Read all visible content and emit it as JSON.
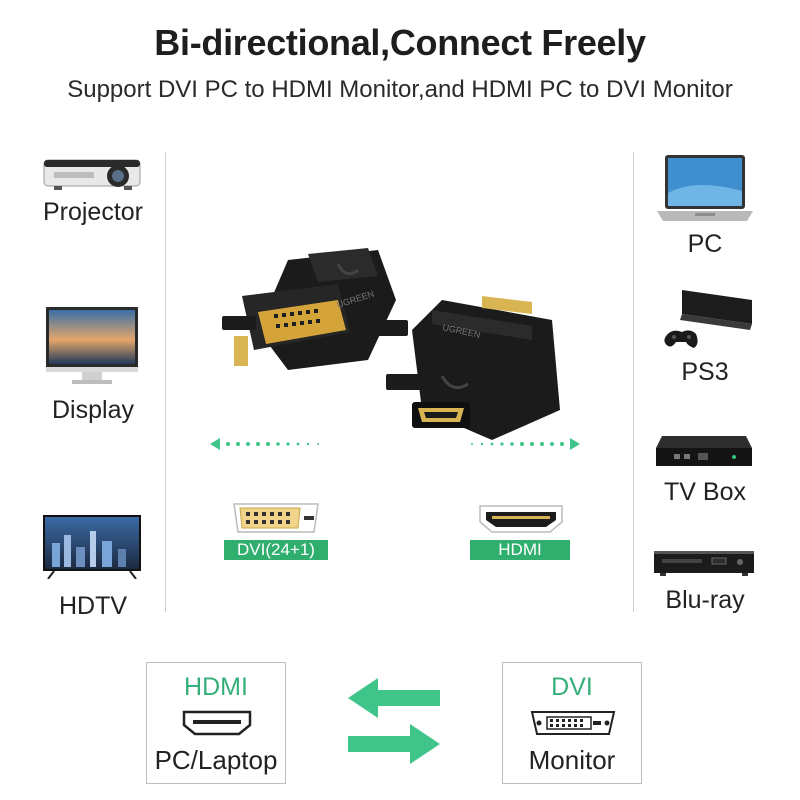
{
  "header": {
    "title": "Bi-directional,Connect Freely",
    "subtitle": "Support DVI PC to HDMI Monitor,and HDMI PC to DVI Monitor"
  },
  "left_devices": [
    {
      "label": "Projector",
      "icon": "projector-icon"
    },
    {
      "label": "Display",
      "icon": "monitor-icon"
    },
    {
      "label": "HDTV",
      "icon": "tv-icon"
    }
  ],
  "right_devices": [
    {
      "label": "PC",
      "icon": "laptop-icon"
    },
    {
      "label": "PS3",
      "icon": "game-console-icon"
    },
    {
      "label": "TV Box",
      "icon": "tv-box-icon"
    },
    {
      "label": "Blu-ray",
      "icon": "bluray-player-icon"
    }
  ],
  "ports": {
    "dvi_label": "DVI(24+1)",
    "hdmi_label": "HDMI"
  },
  "adapter": {
    "brand": "UGREEN"
  },
  "bottom": {
    "left_box": {
      "title": "HDMI",
      "sub": "PC/Laptop"
    },
    "right_box": {
      "title": "DVI",
      "sub": "Monitor"
    }
  },
  "colors": {
    "accent_green": "#2fae6e",
    "arrow_green": "#3fc58a",
    "gold": "#d9b453"
  }
}
